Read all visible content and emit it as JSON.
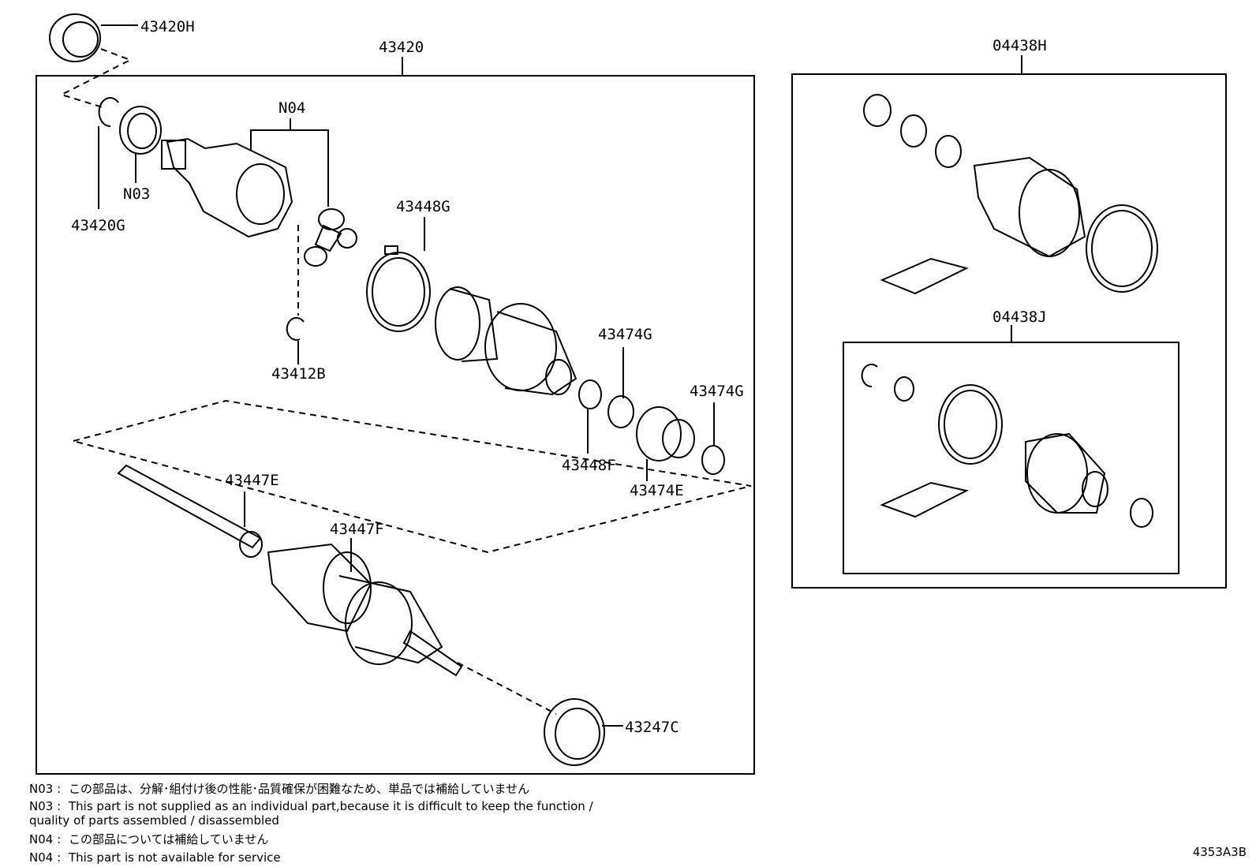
{
  "labels": {
    "p43420H": "43420H",
    "p43420": "43420",
    "p04438H": "04438H",
    "p04438J": "04438J",
    "pN04": "N04",
    "pN03": "N03",
    "p43420G": "43420G",
    "p43448G": "43448G",
    "p43412B": "43412B",
    "p43474G_a": "43474G",
    "p43474G_b": "43474G",
    "p43448F": "43448F",
    "p43474E": "43474E",
    "p43447E": "43447E",
    "p43447F": "43447F",
    "p43247C": "43247C"
  },
  "notes": [
    {
      "key": "N03 :",
      "text": "この部品は、分解･組付け後の性能･品質確保が困難なため、単品では補給していません"
    },
    {
      "key": "N03 :",
      "text": "This part is not supplied as an individual part,because it is difficult to keep the function /"
    },
    {
      "key": "",
      "text": "quality of parts assembled / disassembled"
    },
    {
      "key": "N04 :",
      "text": "この部品については補給していません"
    },
    {
      "key": "N04 :",
      "text": "This part is not available for service"
    }
  ],
  "diagram_code": "4353A3B",
  "colors": {
    "line": "#000000",
    "background": "#ffffff"
  }
}
